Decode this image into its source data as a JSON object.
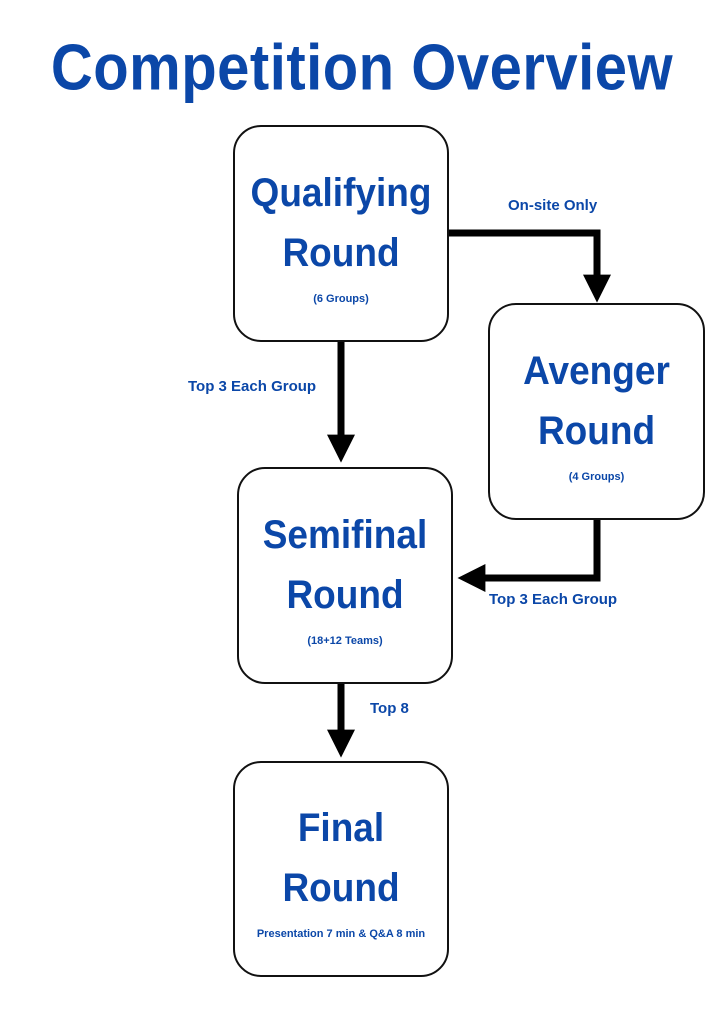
{
  "title": "Competition Overview",
  "nodes": {
    "qualifying": {
      "line1": "Qualifying",
      "line2": "Round",
      "sub": "(6 Groups)"
    },
    "avenger": {
      "line1": "Avenger",
      "line2": "Round",
      "sub": "(4 Groups)"
    },
    "semifinal": {
      "line1": "Semifinal",
      "line2": "Round",
      "sub": "(18+12 Teams)"
    },
    "final": {
      "line1": "Final",
      "line2": "Round",
      "sub": "Presentation 7 min & Q&A 8 min"
    }
  },
  "edges": {
    "qualifying_to_avenger": "On-site Only",
    "qualifying_to_semifinal": "Top 3 Each Group",
    "avenger_to_semifinal": "Top 3 Each Group",
    "semifinal_to_final": "Top 8"
  }
}
